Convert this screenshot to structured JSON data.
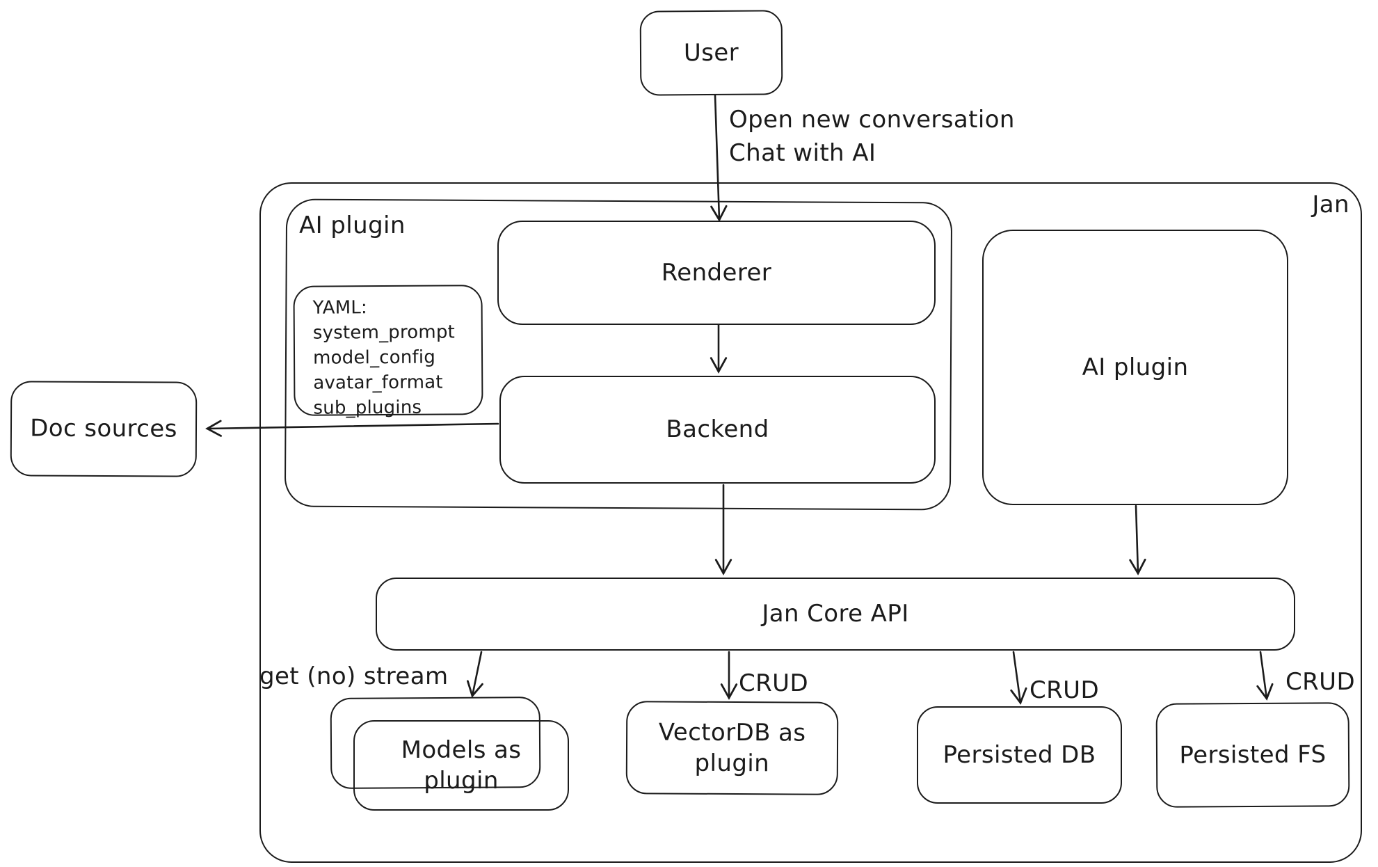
{
  "diagram": {
    "container_labels": {
      "jan": "Jan",
      "ai_plugin": "AI plugin"
    },
    "nodes": {
      "user": "User",
      "renderer": "Renderer",
      "backend": "Backend",
      "doc_sources": "Doc sources",
      "ai_plugin_right": "AI plugin",
      "jan_core_api": "Jan Core API",
      "models_plugin": "Models as plugin",
      "vectordb_plugin": "VectorDB as plugin",
      "persisted_db": "Persisted DB",
      "persisted_fs": "Persisted FS"
    },
    "yaml_note": {
      "lines": [
        "YAML:",
        "system_prompt",
        "model_config",
        "avatar_format",
        "sub_plugins"
      ]
    },
    "edge_labels": {
      "user_to_renderer": "Open new conversation\nChat with AI",
      "get_no_stream": "get (no) stream",
      "crud_vectordb": "CRUD",
      "crud_persisted_db": "CRUD",
      "crud_persisted_fs": "CRUD"
    },
    "colors": {
      "ink": "#1b1b1b",
      "background": "#ffffff"
    }
  }
}
